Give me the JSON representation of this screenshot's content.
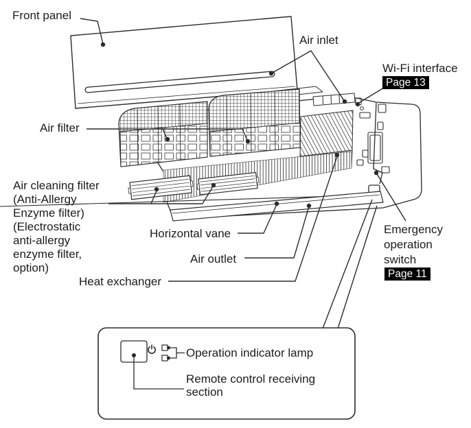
{
  "page": {
    "background": "#ffffff"
  },
  "colors": {
    "line": "#2a2a2a",
    "text": "#1c1c1c",
    "badge_bg": "#000000",
    "badge_text": "#ffffff"
  },
  "labels": {
    "front_panel": "Front panel",
    "air_inlet": "Air inlet",
    "wifi_interface": "Wi-Fi interface",
    "wifi_page_badge": "Page 13",
    "air_filter": "Air filter",
    "air_cleaning_filter": "Air cleaning filter\n(Anti-Allergy\nEnzyme filter)\n(Electrostatic\nanti-allergy\nenzyme filter,\noption)",
    "horizontal_vane": "Horizontal vane",
    "air_outlet": "Air outlet",
    "heat_exchanger": "Heat exchanger",
    "emergency_switch": "Emergency\noperation\nswitch",
    "emergency_page_badge": "Page 11",
    "operation_indicator_lamp": "Operation indicator lamp",
    "remote_control_receiving": "Remote control receiving\nsection"
  },
  "icons": {
    "power": "power-icon",
    "lamp": "indicator-lamp-icon",
    "dot": "callout-dot"
  }
}
